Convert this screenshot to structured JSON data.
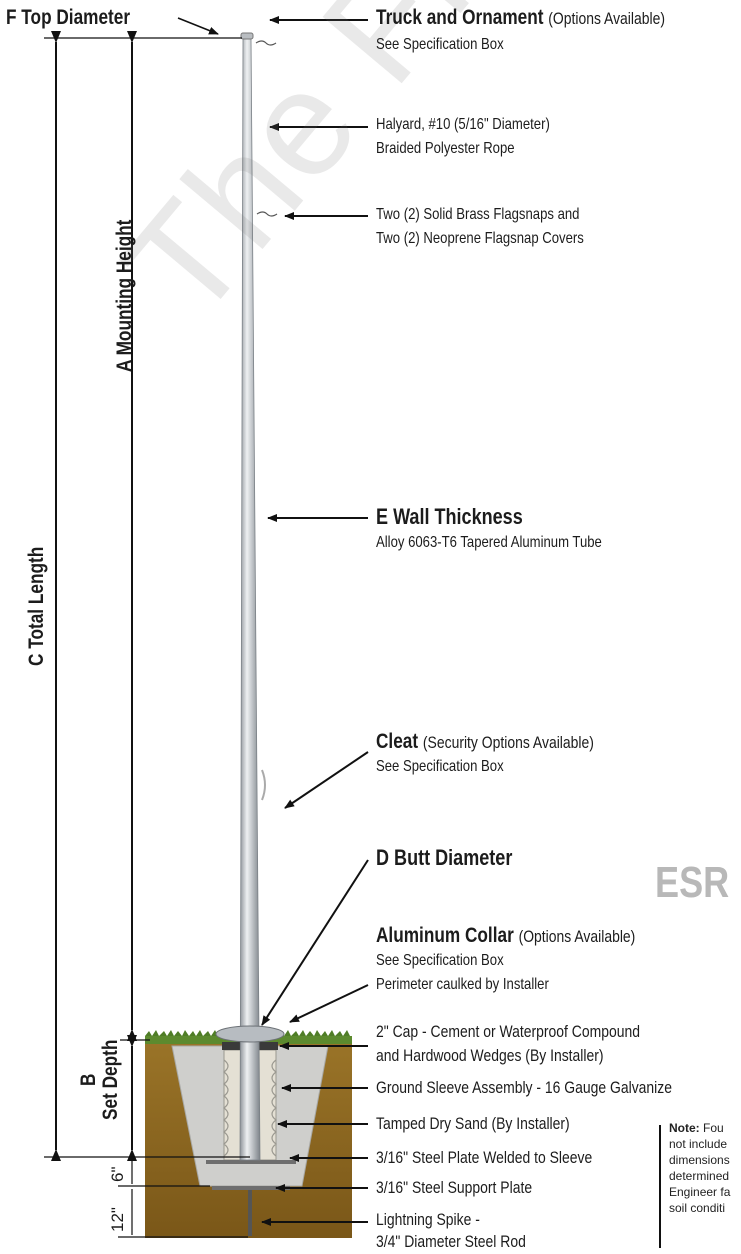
{
  "labels": {
    "top_diameter": {
      "letter": "F",
      "text": "Top Diameter"
    },
    "mounting_height": {
      "letter": "A",
      "text": "Mounting Height"
    },
    "total_length": {
      "letter": "C",
      "text": "Total Length"
    },
    "set_depth": {
      "letter": "B",
      "text": "Set Depth"
    },
    "dim_6": "6\"",
    "dim_12": "12\""
  },
  "callouts": {
    "truck": {
      "title": "Truck and Ornament",
      "note": "(Options Available)",
      "line2": "See Specification Box"
    },
    "halyard": {
      "line1": "Halyard, #10 (5/16\" Diameter)",
      "line2": "Braided Polyester Rope"
    },
    "flagsnaps": {
      "line1": "Two (2) Solid Brass Flagsnaps and",
      "line2": "Two (2) Neoprene Flagsnap Covers"
    },
    "wall": {
      "letter": "E",
      "title": "Wall Thickness",
      "line2": "Alloy 6063-T6 Tapered Aluminum Tube"
    },
    "cleat": {
      "title": "Cleat",
      "note": "(Security Options Available)",
      "line2": "See Specification Box"
    },
    "butt": {
      "letter": "D",
      "title": "Butt Diameter"
    },
    "collar": {
      "title": "Aluminum Collar",
      "note": "(Options Available)",
      "line2": "See Specification Box",
      "line3": "Perimeter caulked by Installer"
    },
    "cap": {
      "line1": "2\" Cap - Cement or Waterproof Compound",
      "line2": "and Hardwood Wedges (By Installer)"
    },
    "sleeve": "Ground Sleeve Assembly - 16 Gauge Galvanize",
    "sand": "Tamped Dry Sand (By Installer)",
    "plate_welded": "3/16\" Steel Plate Welded to Sleeve",
    "support_plate": "3/16\" Steel Support Plate",
    "spike": {
      "line1": "Lightning Spike -",
      "line2": "3/4\" Diameter Steel Rod"
    }
  },
  "note": {
    "label": "Note:",
    "lines": [
      "Fou",
      "not include",
      "dimensions",
      "determined",
      "Engineer fa",
      "soil conditi"
    ]
  },
  "logo_text": "ESR",
  "watermark": "The Flagpole Comp",
  "colors": {
    "soil": "#8a6420",
    "grass": "#5c8a2e",
    "concrete": "#cfcfcc",
    "pole": "#c4c8cc",
    "text": "#1c1c1c"
  }
}
